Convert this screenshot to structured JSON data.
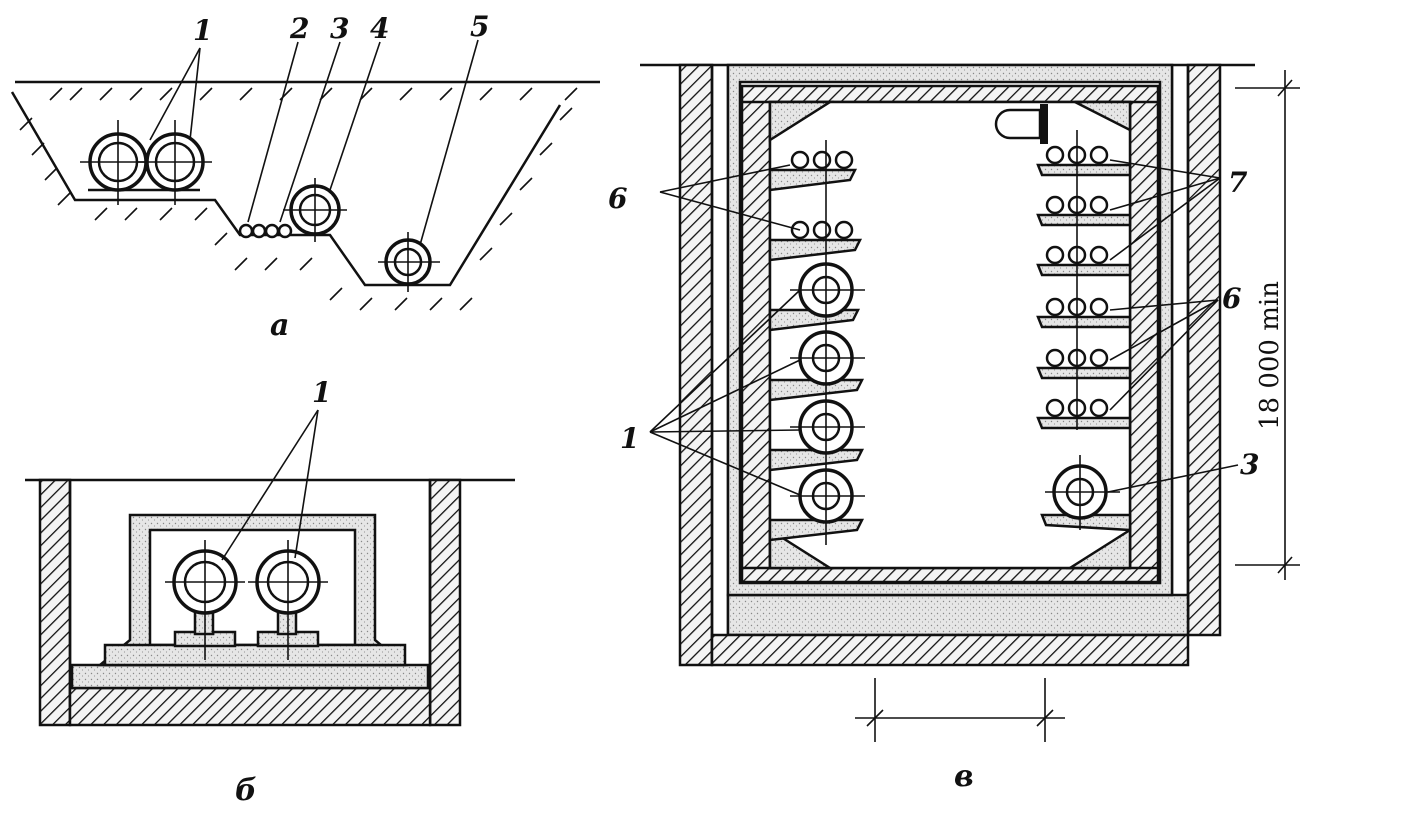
{
  "figure_a": {
    "caption": "а",
    "labels": [
      "1",
      "2",
      "3",
      "4",
      "5"
    ]
  },
  "figure_b": {
    "caption": "б",
    "labels": [
      "1"
    ]
  },
  "figure_c": {
    "caption": "в",
    "labels": [
      "6",
      "1",
      "7",
      "6",
      "3"
    ],
    "dimension": "18 000 min"
  },
  "colors": {
    "ink": "#111111",
    "concrete": "#e6e6e6",
    "background": "#ffffff"
  }
}
